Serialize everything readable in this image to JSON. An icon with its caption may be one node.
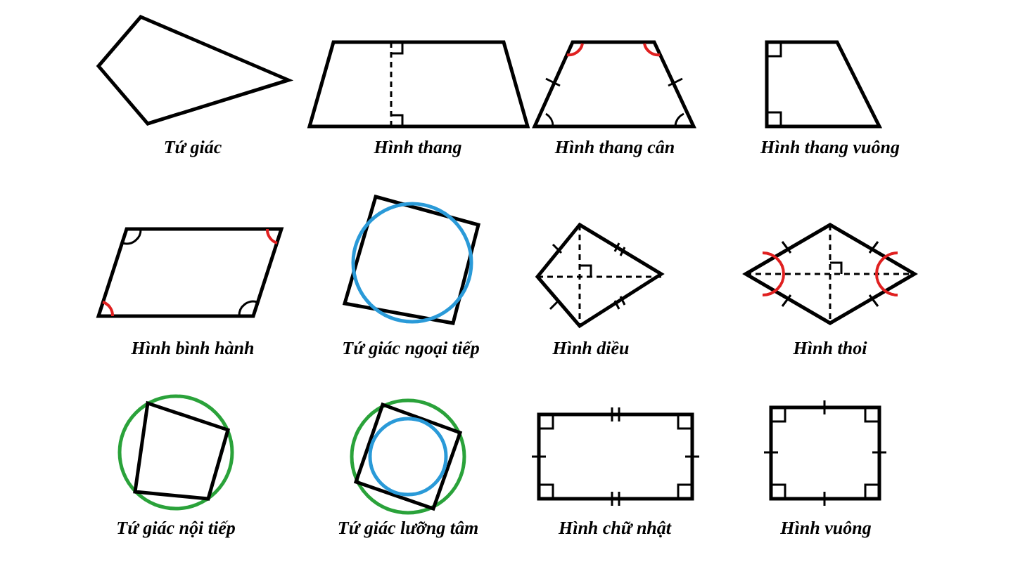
{
  "diagram": {
    "labels": [
      "Tứ giác",
      "Hình thang",
      "Hình thang cân",
      "Hình thang vuông",
      "Hình bình hành",
      "Tứ giác ngoại tiếp",
      "Hình diều",
      "Hình thoi",
      "Tứ giác nội tiếp",
      "Tứ giác lưỡng tâm",
      "Hình chữ nhật",
      "Hình vuông"
    ]
  }
}
